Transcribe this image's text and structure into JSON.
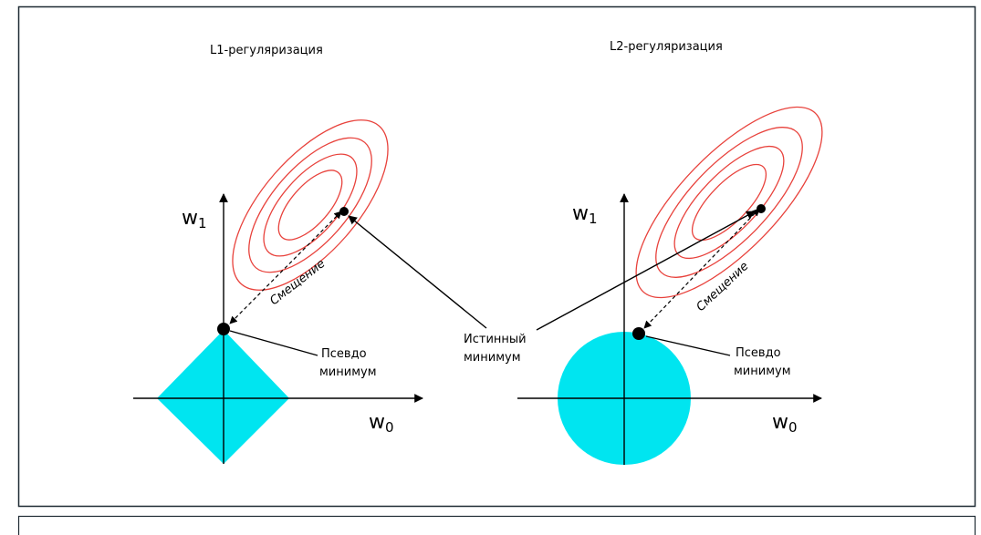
{
  "panels": {
    "l1": {
      "title": "L1-регуляризация",
      "axis_x_var": "w",
      "axis_x_sub": "0",
      "axis_y_var": "w",
      "axis_y_sub": "1",
      "pseudo_min_line1": "Псевдо",
      "pseudo_min_line2": "минимум",
      "offset_label": "Смещение"
    },
    "l2": {
      "title": "L2-регуляризация",
      "axis_x_var": "w",
      "axis_x_sub": "0",
      "axis_y_var": "w",
      "axis_y_sub": "1",
      "pseudo_min_line1": "Псевдо",
      "pseudo_min_line2": "минимум",
      "offset_label": "Смещение"
    }
  },
  "shared": {
    "true_min_line1": "Истинный",
    "true_min_line2": "минимум"
  },
  "colors": {
    "contour": "#e8423c",
    "region": "#00e5f0",
    "frame": "#1e2a33",
    "ink": "#000000"
  }
}
